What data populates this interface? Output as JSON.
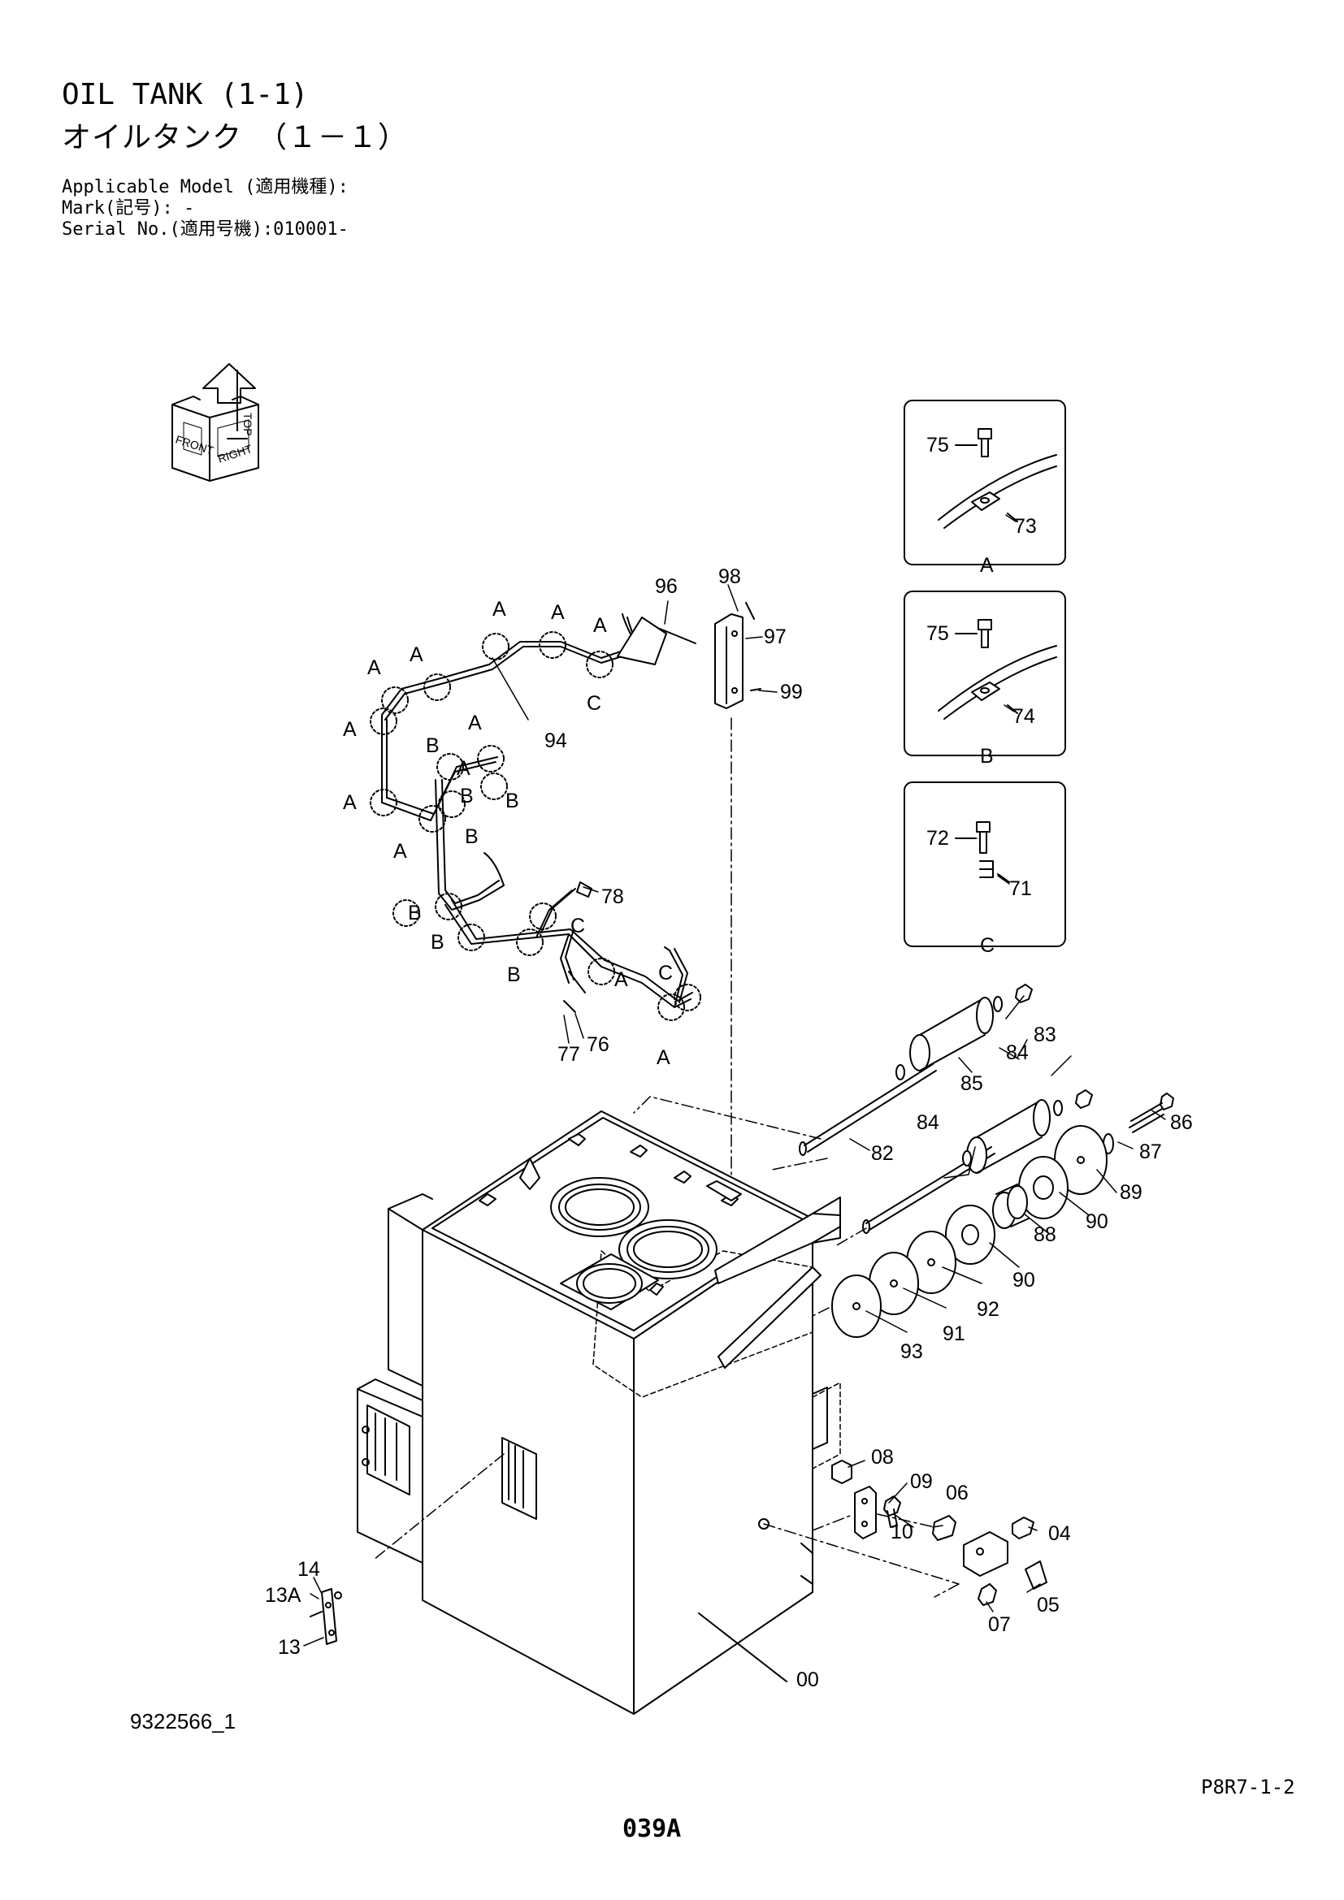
{
  "header": {
    "title_en": "OIL TANK (1-1)",
    "title_jp": "オイルタンク　（１－１）",
    "applicable_model": "Applicable Model (適用機種):",
    "mark": "Mark(記号): -",
    "serial_no": "Serial No.(適用号機):010001-"
  },
  "orientation_indicator": {
    "labels": [
      "FRONT",
      "TOP",
      "RIGHT"
    ],
    "icon": "orientation-arrows-icon"
  },
  "detail_views": [
    {
      "letter": "A",
      "bolt": "75",
      "part": "73"
    },
    {
      "letter": "B",
      "bolt": "75",
      "part": "74"
    },
    {
      "letter": "C",
      "bolt": "72",
      "part": "71"
    }
  ],
  "harness": {
    "part_numbers": [
      "94",
      "96",
      "97",
      "98",
      "99",
      "76",
      "77",
      "78"
    ],
    "clamp_letters": [
      "A",
      "A",
      "A",
      "A",
      "A",
      "A",
      "A",
      "A",
      "A",
      "A",
      "A",
      "A",
      "B",
      "B",
      "B",
      "B",
      "B",
      "B",
      "B",
      "C",
      "C",
      "C"
    ]
  },
  "filter_parts": [
    "82",
    "83",
    "84",
    "84",
    "85",
    "86",
    "87",
    "88",
    "89",
    "90",
    "90",
    "91",
    "92",
    "93"
  ],
  "tank_parts": [
    "00",
    "04",
    "05",
    "06",
    "07",
    "08",
    "09",
    "10",
    "13",
    "13A",
    "14"
  ],
  "footer": {
    "drawing_number": "9322566_1",
    "page_code": "P8R7-1-2",
    "page_number": "039A"
  }
}
